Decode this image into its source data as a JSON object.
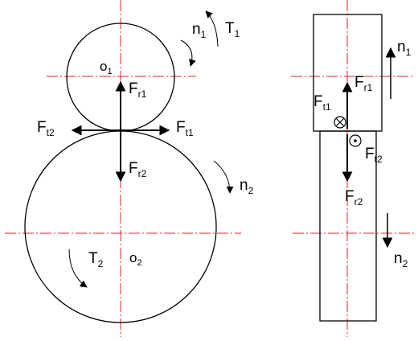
{
  "colors": {
    "line": "#000000",
    "centerline": "#e0262b",
    "background": "#ffffff"
  },
  "labels": {
    "o1": {
      "main": "o",
      "sub": "1"
    },
    "o2": {
      "main": "o",
      "sub": "2"
    },
    "n1_left": {
      "main": "n",
      "sub": "1"
    },
    "T1": {
      "main": "T",
      "sub": "1"
    },
    "Fr1_left": {
      "main": "F",
      "sub": "r1"
    },
    "Ft2_left": {
      "main": "F",
      "sub": "t2"
    },
    "Ft1_left": {
      "main": "F",
      "sub": "t1"
    },
    "Fr2_left": {
      "main": "F",
      "sub": "r2"
    },
    "n2_left": {
      "main": "n",
      "sub": "2"
    },
    "T2": {
      "main": "T",
      "sub": "2"
    },
    "n1_right": {
      "main": "n",
      "sub": "1"
    },
    "Fr1_right": {
      "main": "F",
      "sub": "r1"
    },
    "Ft1_right": {
      "main": "F",
      "sub": "t1"
    },
    "Ft2_right": {
      "main": "F",
      "sub": "t2"
    },
    "Fr2_right": {
      "main": "F",
      "sub": "r2"
    },
    "n2_right": {
      "main": "n",
      "sub": "2"
    }
  },
  "symbols": {
    "into_page": "force-into-page-icon",
    "out_of_page": "force-out-of-page-icon"
  }
}
